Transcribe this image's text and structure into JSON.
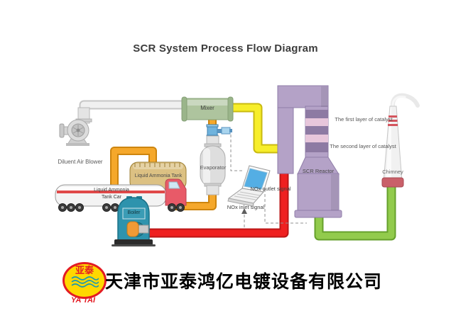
{
  "title": "SCR System Process Flow Diagram",
  "equipment": {
    "blower": {
      "label": "Diluent Air Blower"
    },
    "ammonia_tank": {
      "label": "Liquid Ammonia Tank"
    },
    "tank_car": {
      "label_line1": "Liquid Ammonia",
      "label_line2": "Tank Car"
    },
    "boiler": {
      "label": "Boiler"
    },
    "mixer": {
      "label": "Mixer"
    },
    "evaporator": {
      "label": "Evaporator"
    },
    "reactor": {
      "label": "SCR Reactor"
    },
    "chimney": {
      "label": "Chimney"
    }
  },
  "annotations": {
    "catalyst_layer1": "The first layer of catalyst",
    "catalyst_layer2": "The second layer of catalyst",
    "nox_outlet": "NOx outlet signal",
    "nox_inlet": "NOx inlet signal"
  },
  "footer": {
    "logo_text": "亚泰",
    "logo_subtext": "YA TAI",
    "company_name": "天津市亚泰鸿亿电镀设备有限公司"
  },
  "colors": {
    "pipe_air": "#f0f0f0",
    "pipe_air_edge": "#c6c6c6",
    "pipe_ammonia": "#f5a82b",
    "pipe_ammonia_edge": "#cd850f",
    "pipe_mixture": "#f7ee2a",
    "pipe_mixture_edge": "#c9ba10",
    "pipe_flue_gas": "#ef2020",
    "pipe_flue_gas_edge": "#bc1616",
    "pipe_clean_gas": "#92cb4c",
    "pipe_clean_gas_edge": "#66a02c",
    "reactor_body": "#b4a2c7",
    "reactor_edge": "#8f7da8",
    "catalyst_dark": "#8d7aa3",
    "catalyst_light": "#e7c6db",
    "boiler_body": "#2e93ad",
    "boiler_edge": "#1b7187",
    "mixer_body": "#aec49e",
    "mixer_edge": "#85a077",
    "tank_body": "#dcc183",
    "tank_edge": "#9c7f35",
    "truck_cab": "#e85a68",
    "burner": "#f09a35",
    "valve": "#6fb3dd",
    "laptop_screen": "#54aee4",
    "chimney_stripe": "#d4555e",
    "chimney_base": "#c96069",
    "signal_line": "#909090",
    "logo_red": "#e31b23",
    "logo_yellow": "#ffd800",
    "logo_wave": "#1898b4"
  }
}
